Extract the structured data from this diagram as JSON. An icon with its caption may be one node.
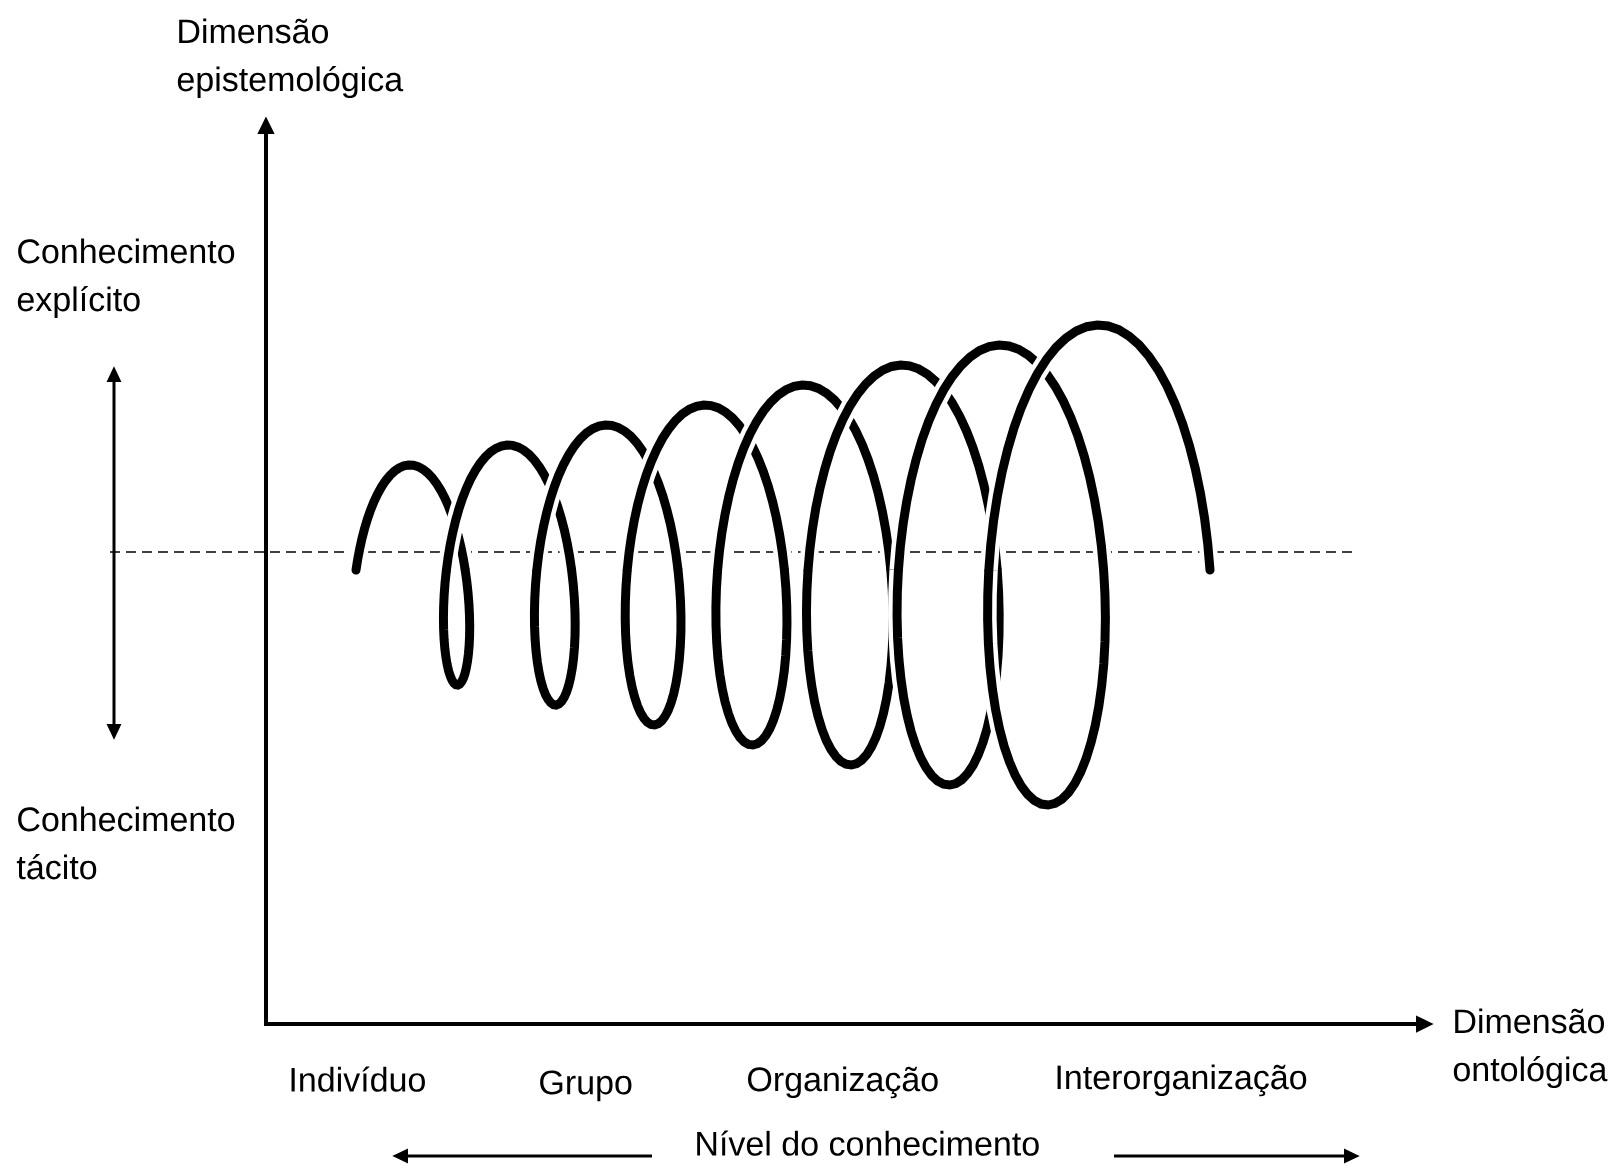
{
  "diagram": {
    "labels": [
      "Dimensão epistemológica",
      "Conhecimento explícito",
      "Conhecimento tácito",
      "Dimensão ontológica",
      "Indivíduo",
      "Grupo",
      "Organização",
      "Interorganização",
      "Nível do conhecimento"
    ]
  }
}
